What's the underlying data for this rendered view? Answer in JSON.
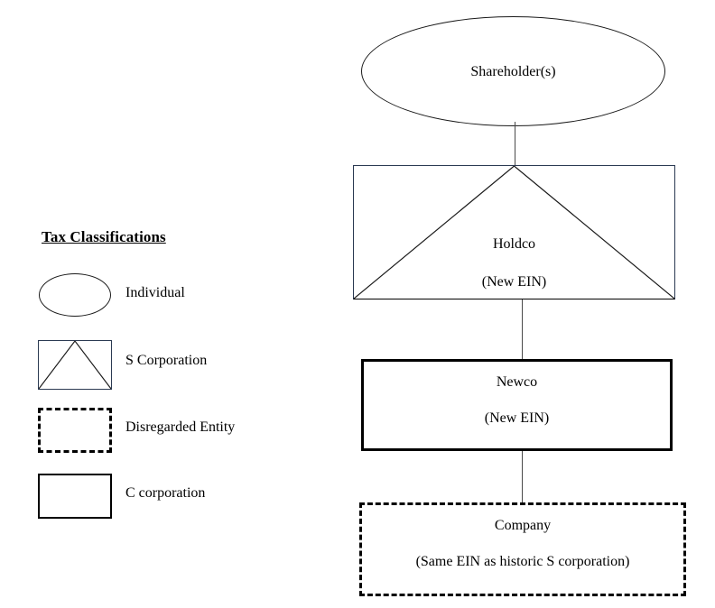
{
  "legend": {
    "title": "Tax Classifications",
    "items": [
      {
        "shape": "ellipse-icon",
        "label": "Individual"
      },
      {
        "shape": "rectangle-with-triangle-icon",
        "label": "S Corporation"
      },
      {
        "shape": "dashed-rectangle-icon",
        "label": "Disregarded Entity"
      },
      {
        "shape": "solid-rectangle-icon",
        "label": "C corporation"
      }
    ]
  },
  "diagram": {
    "nodes": {
      "shareholder": {
        "name": "Shareholder(s)"
      },
      "holdco": {
        "name": "Holdco",
        "detail": "(New EIN)"
      },
      "newco": {
        "name": "Newco",
        "detail": "(New EIN)"
      },
      "company": {
        "name": "Company",
        "detail": "(Same EIN as historic S corporation)"
      }
    }
  }
}
